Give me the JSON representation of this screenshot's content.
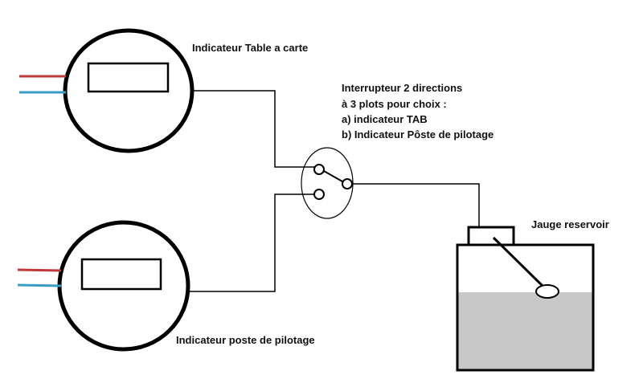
{
  "labels": {
    "indicator_top": "Indicateur Table a carte",
    "indicator_bottom": "Indicateur poste de pilotage",
    "switch_line1": "Interrupteur  2 directions",
    "switch_line2": "à 3 plots pour choix :",
    "switch_line3": "a) indicateur TAB",
    "switch_line4": "b) Indicateur Pôste de pilotage",
    "tank": "Jauge reservoir"
  },
  "colors": {
    "line": "#000000",
    "wire_red": "#c0383a",
    "wire_blue": "#3a9bc4",
    "fluid": "#c8c8c8"
  }
}
